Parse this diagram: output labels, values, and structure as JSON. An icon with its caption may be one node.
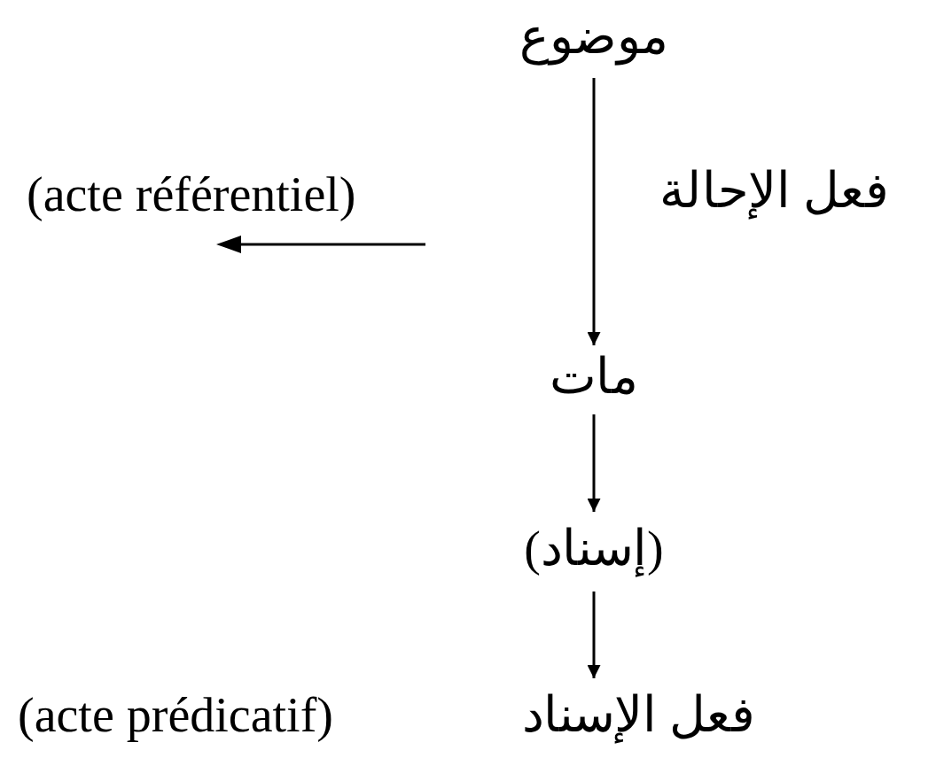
{
  "diagram": {
    "nodes": [
      {
        "text": [
          "موضوع"
        ]
      },
      {
        "text": [
          "مات"
        ]
      },
      {
        "text": [
          "(إسناد)"
        ]
      },
      {
        "text": [
          "فعل الإسناد"
        ],
        "beside": [
          "(acte prédicatif)"
        ]
      }
    ],
    "edges": [
      {
        "from": 0,
        "to": 1,
        "arrow": "to"
      },
      {
        "from": 1,
        "to": 2,
        "arrow": "to"
      },
      {
        "from": 2,
        "to": 3,
        "arrow": "to"
      }
    ],
    "labels": [
      "(acte référentiel)",
      "فعل الإحالة"
    ]
  }
}
